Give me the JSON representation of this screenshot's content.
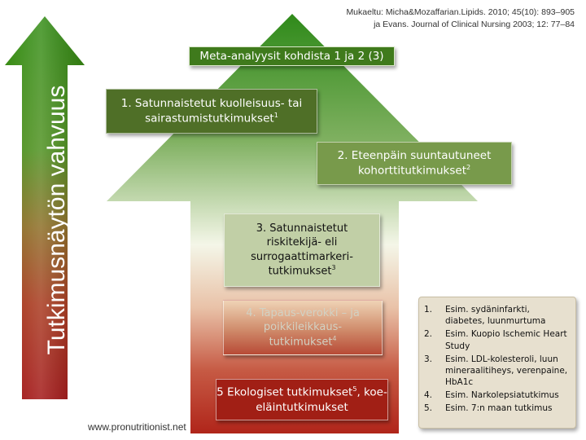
{
  "citation": "Mukaeltu: Micha&Mozaffarian.Lipids. 2010; 45(10): 893–905 ja Evans. Journal of Clinical Nursing 2003; 12: 77–84",
  "arrow_label": "Tutkimusnäytön vahvuus",
  "top_box": "Meta-analyysit kohdista 1 ja 2 (3)",
  "boxes": [
    {
      "text": "1. Satunnaistetut kuolleisuus- tai sairastumistutkimukset",
      "sup": "1"
    },
    {
      "text": "2. Eteenpäin suuntautuneet kohorttitutkimukset",
      "sup": "2"
    },
    {
      "text": "3. Satunnaistetut riskitekijä- eli surrogaattimarkeri-tutkimukset",
      "sup": "3"
    },
    {
      "text": "4. Tapaus-verokki – ja poikkileikkaus-tutkimukset",
      "sup": "4"
    },
    {
      "text": "5 Ekologiset tutkimukset",
      "sup": "5",
      "text2": ", koe-eläintutkimukset"
    }
  ],
  "examples": [
    {
      "num": "1.",
      "text": "Esim. sydäninfarkti, diabetes, luunmurtuma"
    },
    {
      "num": "2.",
      "text": "Esim. Kuopio Ischemic Heart Study"
    },
    {
      "num": "3.",
      "text": "Esim. LDL-kolesteroli, luun mineraalitiheys, verenpaine, HbA1c"
    },
    {
      "num": "4.",
      "text": "Esim. Narkolepsiatutkimus"
    },
    {
      "num": "5.",
      "text": "Esim. 7:n maan tutkimus"
    }
  ],
  "footer": "www.pronutritionist.net",
  "colors": {
    "arrow_top": "#2e7d0f",
    "arrow_bottom": "#a01010",
    "box_dark_green": "#4e6e26",
    "box_mid_green": "#78994a",
    "box_light_green": "#b8c89a",
    "box_red": "#a32016"
  }
}
